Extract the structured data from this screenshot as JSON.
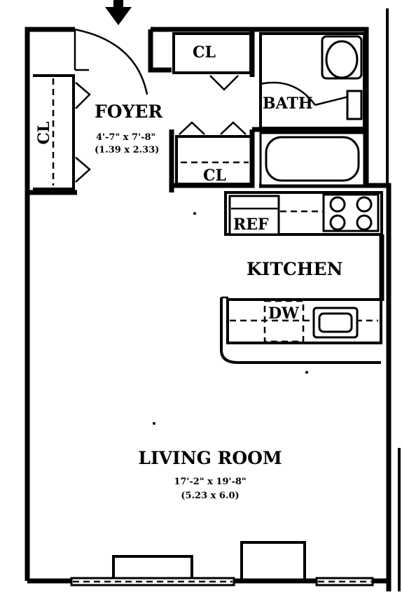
{
  "rooms": {
    "foyer": {
      "name": "FOYER",
      "dim_imperial": "4'-7\" x 7'-8\"",
      "dim_metric": "(1.39 x 2.33)"
    },
    "living": {
      "name": "LIVING ROOM",
      "dim_imperial": "17'-2\" x 19'-8\"",
      "dim_metric": "(5.23 x 6.0)"
    },
    "kitchen": {
      "name": "KITCHEN"
    },
    "bath": {
      "name": "BATH"
    }
  },
  "fixtures": {
    "closet_top": "CL",
    "closet_left": "CL",
    "closet_mid": "CL",
    "refrigerator": "REF",
    "dishwasher": "DW"
  },
  "icons": {
    "entry": "entry-arrow-icon"
  }
}
